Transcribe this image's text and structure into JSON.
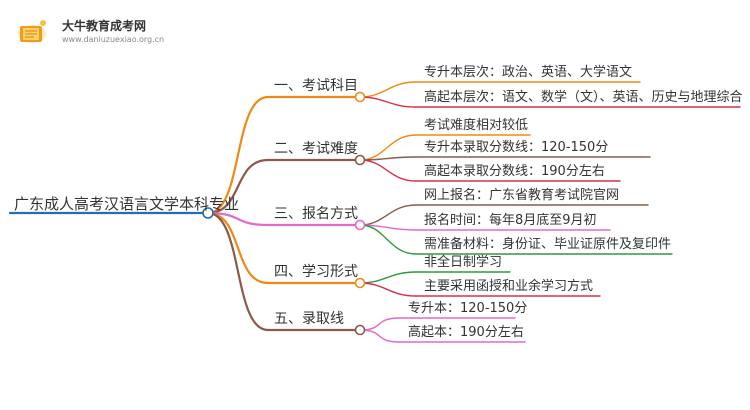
{
  "logo": {
    "name": "大牛教育成考网",
    "url": "www.daniuzuexiao.org.cn"
  },
  "root": "广东成人高考汉语言文学本科专业",
  "branches": [
    {
      "label": "一、考试科目",
      "color": "#ef8a17",
      "leaves": [
        {
          "text": "专升本层次：政治、英语、大学语文",
          "color": "#ef8a17"
        },
        {
          "text": "高起本层次：语文、数学（文）、英语、历史与地理综合",
          "color": "#d9304a"
        }
      ]
    },
    {
      "label": "二、考试难度",
      "color": "#8b5a4a",
      "leaves": [
        {
          "text": "考试难度相对较低",
          "color": "#ef8a17"
        },
        {
          "text": "专升本录取分数线：120-150分",
          "color": "#8b5a4a"
        },
        {
          "text": "高起本录取分数线：190分左右",
          "color": "#d9304a"
        }
      ]
    },
    {
      "label": "三、报名方式",
      "color": "#e06acb",
      "leaves": [
        {
          "text": "网上报名：广东省教育考试院官网",
          "color": "#8b5a4a"
        },
        {
          "text": "报名时间：每年8月底至9月初",
          "color": "#e06acb"
        },
        {
          "text": "需准备材料：身份证、毕业证原件及复印件",
          "color": "#2e9c3c"
        }
      ]
    },
    {
      "label": "四、学习形式",
      "color": "#ef8a17",
      "leaves": [
        {
          "text": "非全日制学习",
          "color": "#2e9c3c"
        },
        {
          "text": "主要采用函授和业余学习方式",
          "color": "#d9304a"
        }
      ]
    },
    {
      "label": "五、录取线",
      "color": "#8b5a4a",
      "leaves": [
        {
          "text": "专升本：120-150分",
          "color": "#e06acb"
        },
        {
          "text": "高起本：190分左右",
          "color": "#e06acb"
        }
      ]
    }
  ]
}
